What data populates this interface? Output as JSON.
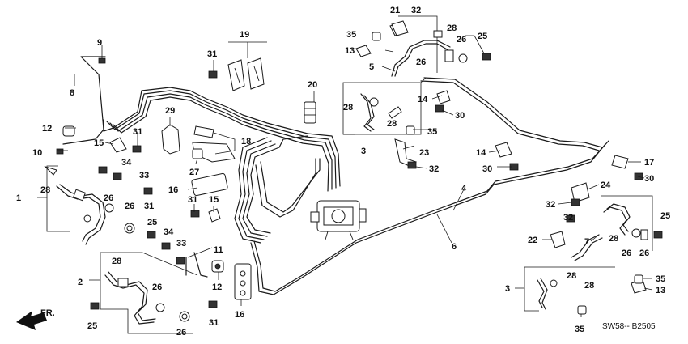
{
  "diagram": {
    "doc_code": "SW58-- B2505",
    "front_label": "FR.",
    "callouts": [
      {
        "id": "c1",
        "text": "1"
      },
      {
        "id": "c2",
        "text": "2"
      },
      {
        "id": "c3a",
        "text": "3"
      },
      {
        "id": "c3b",
        "text": "3"
      },
      {
        "id": "c4",
        "text": "4"
      },
      {
        "id": "c5",
        "text": "5"
      },
      {
        "id": "c6",
        "text": "6"
      },
      {
        "id": "c7",
        "text": "7"
      },
      {
        "id": "c8",
        "text": "8"
      },
      {
        "id": "c9",
        "text": "9"
      },
      {
        "id": "c10",
        "text": "10"
      },
      {
        "id": "c11",
        "text": "11"
      },
      {
        "id": "c12a",
        "text": "12"
      },
      {
        "id": "c12b",
        "text": "12"
      },
      {
        "id": "c13a",
        "text": "13"
      },
      {
        "id": "c13b",
        "text": "13"
      },
      {
        "id": "c14a",
        "text": "14"
      },
      {
        "id": "c14b",
        "text": "14"
      },
      {
        "id": "c15a",
        "text": "15"
      },
      {
        "id": "c15b",
        "text": "15"
      },
      {
        "id": "c16a",
        "text": "16"
      },
      {
        "id": "c16b",
        "text": "16"
      },
      {
        "id": "c17",
        "text": "17"
      },
      {
        "id": "c18",
        "text": "18"
      },
      {
        "id": "c19",
        "text": "19"
      },
      {
        "id": "c20",
        "text": "20"
      },
      {
        "id": "c21",
        "text": "21"
      },
      {
        "id": "c22",
        "text": "22"
      },
      {
        "id": "c23",
        "text": "23"
      },
      {
        "id": "c24",
        "text": "24"
      },
      {
        "id": "c25a",
        "text": "25"
      },
      {
        "id": "c25b",
        "text": "25"
      },
      {
        "id": "c25c",
        "text": "25"
      },
      {
        "id": "c25d",
        "text": "25"
      },
      {
        "id": "c26a",
        "text": "26"
      },
      {
        "id": "c26b",
        "text": "26"
      },
      {
        "id": "c26c",
        "text": "26"
      },
      {
        "id": "c26d",
        "text": "26"
      },
      {
        "id": "c26e",
        "text": "26"
      },
      {
        "id": "c26f",
        "text": "26"
      },
      {
        "id": "c26g",
        "text": "26"
      },
      {
        "id": "c26h",
        "text": "26"
      },
      {
        "id": "c27",
        "text": "27"
      },
      {
        "id": "c28a",
        "text": "28"
      },
      {
        "id": "c28b",
        "text": "28"
      },
      {
        "id": "c28c",
        "text": "28"
      },
      {
        "id": "c28d",
        "text": "28"
      },
      {
        "id": "c28e",
        "text": "28"
      },
      {
        "id": "c28f",
        "text": "28"
      },
      {
        "id": "c28g",
        "text": "28"
      },
      {
        "id": "c28h",
        "text": "28"
      },
      {
        "id": "c29",
        "text": "29"
      },
      {
        "id": "c30a",
        "text": "30"
      },
      {
        "id": "c30b",
        "text": "30"
      },
      {
        "id": "c30c",
        "text": "30"
      },
      {
        "id": "c31a",
        "text": "31"
      },
      {
        "id": "c31b",
        "text": "31"
      },
      {
        "id": "c31c",
        "text": "31"
      },
      {
        "id": "c31d",
        "text": "31"
      },
      {
        "id": "c31e",
        "text": "31"
      },
      {
        "id": "c32a",
        "text": "32"
      },
      {
        "id": "c32b",
        "text": "32"
      },
      {
        "id": "c32c",
        "text": "32"
      },
      {
        "id": "c32d",
        "text": "32"
      },
      {
        "id": "c33a",
        "text": "33"
      },
      {
        "id": "c33b",
        "text": "33"
      },
      {
        "id": "c34a",
        "text": "34"
      },
      {
        "id": "c34b",
        "text": "34"
      },
      {
        "id": "c35a",
        "text": "35"
      },
      {
        "id": "c35b",
        "text": "35"
      },
      {
        "id": "c35c",
        "text": "35"
      },
      {
        "id": "c35d",
        "text": "35"
      }
    ]
  }
}
